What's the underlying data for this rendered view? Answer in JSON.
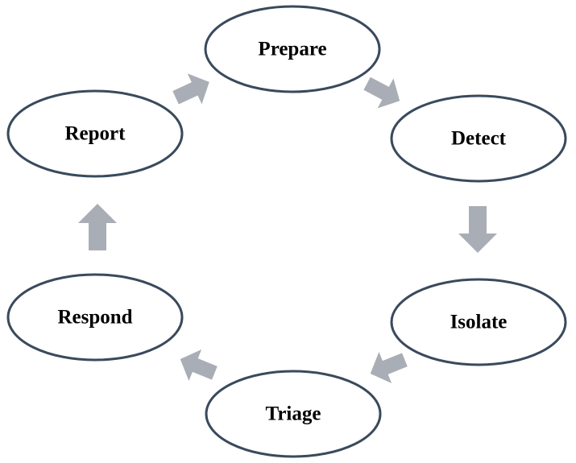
{
  "diagram": {
    "type": "cycle",
    "nodes": [
      {
        "id": "prepare",
        "label": "Prepare"
      },
      {
        "id": "detect",
        "label": "Detect"
      },
      {
        "id": "isolate",
        "label": "Isolate"
      },
      {
        "id": "triage",
        "label": "Triage"
      },
      {
        "id": "respond",
        "label": "Respond"
      },
      {
        "id": "report",
        "label": "Report"
      }
    ],
    "edges": [
      {
        "from": "prepare",
        "to": "detect"
      },
      {
        "from": "detect",
        "to": "isolate"
      },
      {
        "from": "isolate",
        "to": "triage"
      },
      {
        "from": "triage",
        "to": "respond"
      },
      {
        "from": "respond",
        "to": "report"
      },
      {
        "from": "report",
        "to": "prepare"
      }
    ],
    "colors": {
      "ellipse_stroke": "#3a4a5c",
      "ellipse_fill": "#ffffff",
      "arrow_fill": "#a9adb5",
      "label": "#000000"
    }
  }
}
